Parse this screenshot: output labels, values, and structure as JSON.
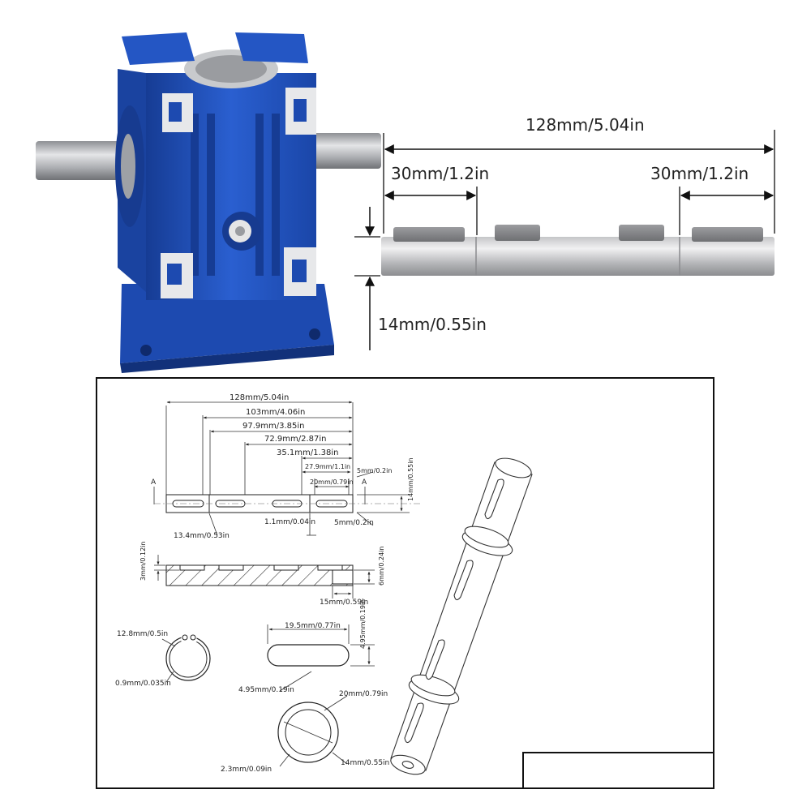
{
  "photo": {
    "overall_length": "128mm/5.04in",
    "end_left": "30mm/1.2in",
    "end_right": "30mm/1.2in",
    "diameter": "14mm/0.55in"
  },
  "drawing": {
    "top_dims": [
      "128mm/5.04in",
      "103mm/4.06in",
      "97.9mm/3.85in",
      "72.9mm/2.87in",
      "35.1mm/1.38in"
    ],
    "d_27_9": "27.9mm/1.1in",
    "d_5_top": "5mm/0.2in",
    "d_20": "20mm/0.79in",
    "section_a_left": "A",
    "section_a_right": "A",
    "d_14_vert": "14mm/0.55in",
    "d_13_4": "13.4mm/0.53in",
    "d_1_1": "1.1mm/0.04in",
    "d_5_bottom": "5mm/0.2in",
    "d_3_vert": "3mm/0.12in",
    "d_6_vert": "6mm/0.24in",
    "d_15": "15mm/0.59in",
    "ring_outer": "12.8mm/0.5in",
    "ring_thick": "0.9mm/0.035in",
    "key_length": "19.5mm/0.77in",
    "key_height_vert": "4.95mm/0.19in",
    "key_width": "4.95mm/0.19in",
    "section_outer": "20mm/0.79in",
    "section_bore": "14mm/0.55in",
    "section_wall": "2.3mm/0.09in"
  },
  "colors": {
    "gearbox_blue": "#1f4fb8",
    "steel": "#b9bbbf",
    "line": "#222222"
  }
}
